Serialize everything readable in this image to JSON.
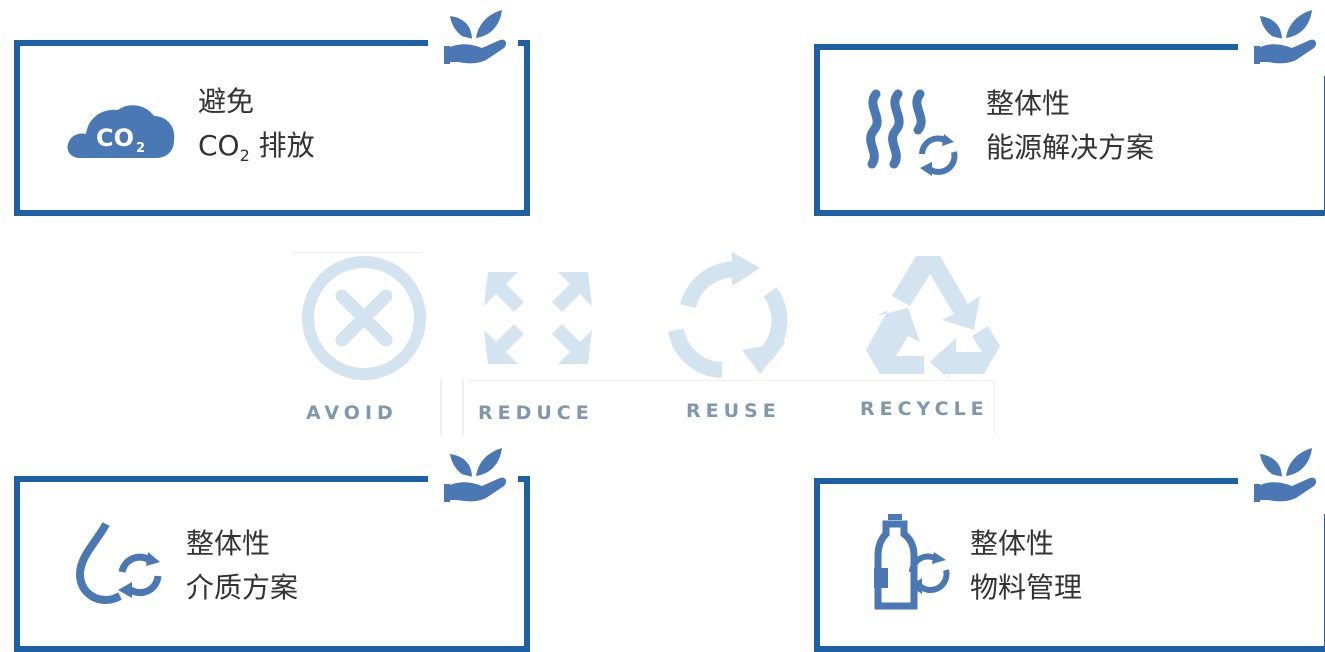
{
  "cards": {
    "avoid_co2": {
      "line1": "避免",
      "co2": "CO",
      "co2_sub": "2",
      "line2_rest": " 排放",
      "icon_text": "CO",
      "icon_sub": "2"
    },
    "energy": {
      "line1": "整体性",
      "line2": "能源解决方案"
    },
    "media": {
      "line1": "整体性",
      "line2": "介质方案"
    },
    "material": {
      "line1": "整体性",
      "line2": "物料管理"
    }
  },
  "strategy": {
    "avoid": "AVOID",
    "reduce": "REDUCE",
    "reuse": "REUSE",
    "recycle": "RECYCLE"
  },
  "colors": {
    "frame": "#1f5fa6",
    "icon": "#4a78b5",
    "faded_icon": "#d3e3ef",
    "caption": "#7f98ae"
  },
  "icons": [
    "co2-cloud-icon",
    "heat-waves-cycle-icon",
    "water-drop-cycle-icon",
    "bottle-cycle-icon",
    "leaf-hand-icon",
    "avoid-x-icon",
    "reduce-arrows-icon",
    "reuse-circle-arrows-icon",
    "recycle-icon"
  ]
}
